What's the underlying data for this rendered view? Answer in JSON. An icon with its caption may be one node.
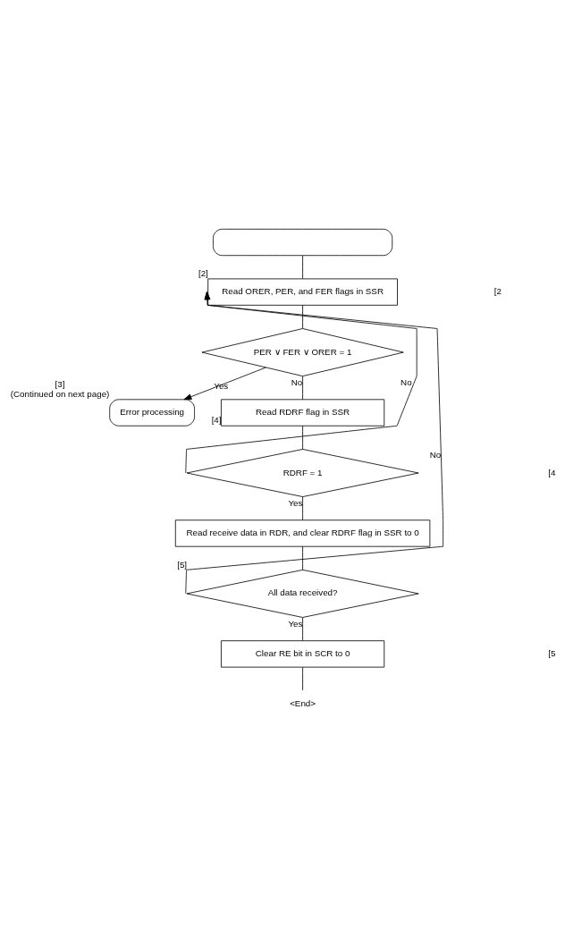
{
  "diagram": {
    "nodes": [
      {
        "text": [],
        "shape": "box"
      },
      {
        "text": [
          "Read ORER, PER, and FER flags in SSR"
        ],
        "beside": [
          "[2]"
        ]
      },
      {
        "text": [
          "PER ∨ FER ∨ ORER = 1"
        ]
      },
      {
        "text": [
          "Error processing"
        ],
        "beside": [
          "[3]",
          "(Continued on next page)"
        ]
      },
      {
        "text": [
          "Read RDRF flag in SSR"
        ],
        "beside": [
          "[4]"
        ]
      },
      {
        "text": [
          "RDRF = 1"
        ]
      },
      {
        "text": [
          "Read receive data in RDR, and clear RDRF flag in SSR to 0"
        ]
      },
      {
        "text": [
          "All data received?"
        ],
        "beside": [
          "[5]"
        ]
      },
      {
        "text": [
          "Clear RE bit in SCR to 0"
        ]
      },
      {
        "text": [
          "<End>"
        ]
      }
    ],
    "edges": [
      {
        "from": 0,
        "to": 1,
        "arrow": "none"
      },
      {
        "from": 1,
        "to": 2,
        "arrow": "none"
      },
      {
        "from": 2,
        "to": 3,
        "label": "Yes",
        "arrow": "to"
      },
      {
        "from": 2,
        "to": 4,
        "label": "No",
        "arrow": "none"
      },
      {
        "from": 4,
        "to": 5,
        "arrow": "none"
      },
      {
        "from": 5,
        "to": 1,
        "label": "No",
        "arrow": "to"
      },
      {
        "from": 5,
        "to": 6,
        "label": "Yes",
        "arrow": "none"
      },
      {
        "from": 6,
        "to": 7,
        "arrow": "none"
      },
      {
        "from": 7,
        "to": 1,
        "label": "No",
        "arrow": "to"
      },
      {
        "from": 7,
        "to": 8,
        "label": "Yes",
        "arrow": "none"
      },
      {
        "from": 8,
        "to": 9,
        "arrow": "none"
      }
    ],
    "labels": [
      "[2",
      "[4",
      "[5"
    ]
  }
}
